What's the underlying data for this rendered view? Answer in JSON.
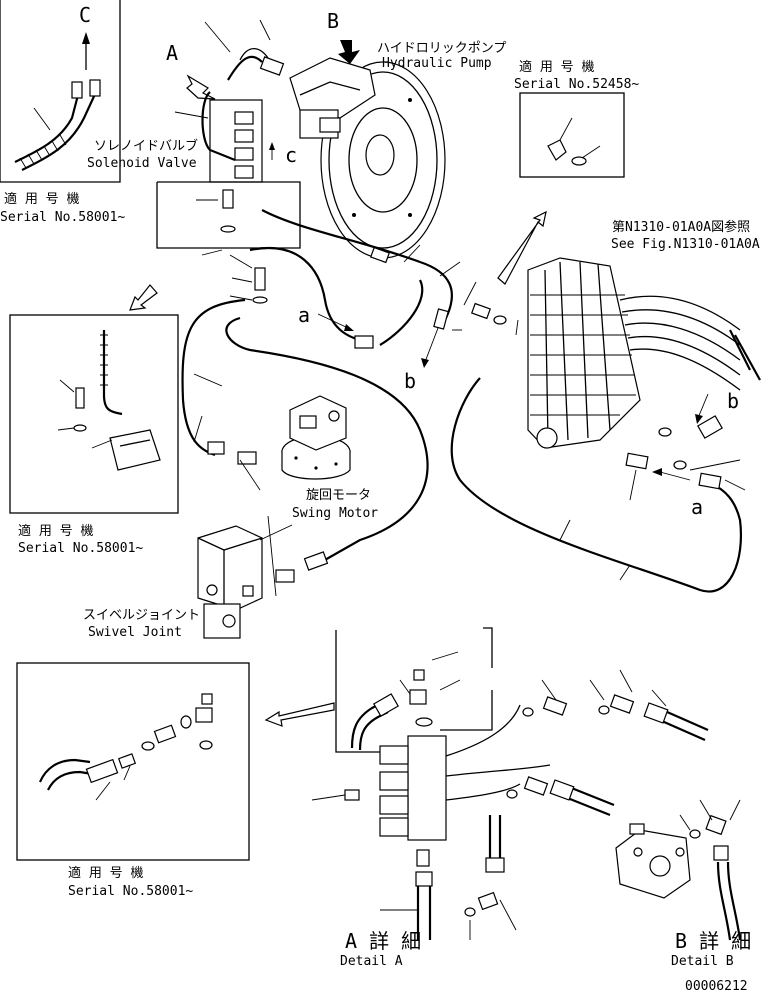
{
  "callouts": {
    "A": "A",
    "B": "B",
    "C": "C",
    "a": "a",
    "b": "b",
    "c": "c"
  },
  "labels": {
    "hydraulic_pump_jp": "ハイドロリックポンプ",
    "hydraulic_pump_en": "Hydraulic Pump",
    "solenoid_valve_jp": "ソレノイドバルブ",
    "solenoid_valve_en": "Solenoid Valve",
    "swing_motor_jp": "旋回モータ",
    "swing_motor_en": "Swing Motor",
    "swivel_joint_jp": "スイベルジョイント",
    "swivel_joint_en": "Swivel Joint",
    "see_fig_jp": "第N1310-01A0A図参照",
    "see_fig_en": "See Fig.N1310-01A0A",
    "detail_a_jp": "A 詳 細",
    "detail_a_en": "Detail A",
    "detail_b_jp": "B 詳 細",
    "detail_b_en": "Detail B"
  },
  "serial_notes": [
    {
      "jp": "適 用 号 機",
      "en": "Serial No.58001~"
    },
    {
      "jp": "適 用 号 機",
      "en": "Serial No.52458~"
    },
    {
      "jp": "適 用 号 機",
      "en": "Serial No.58001~"
    },
    {
      "jp": "適 用 号 機",
      "en": "Serial No.58001~"
    }
  ],
  "drawing_number": "00006212"
}
